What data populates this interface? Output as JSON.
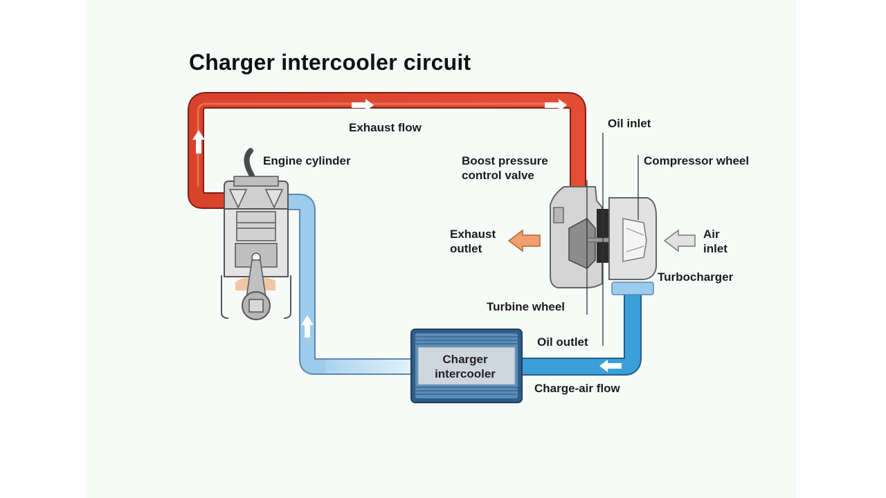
{
  "title": "Charger intercooler circuit",
  "labels": {
    "exhaust_flow": "Exhaust flow",
    "engine_cylinder": "Engine cylinder",
    "oil_inlet": "Oil inlet",
    "boost_pressure_line1": "Boost pressure",
    "boost_pressure_line2": "control valve",
    "compressor_wheel": "Compressor wheel",
    "exhaust_outlet_line1": "Exhaust",
    "exhaust_outlet_line2": "outlet",
    "air_inlet_line1": "Air",
    "air_inlet_line2": "inlet",
    "turbocharger": "Turbocharger",
    "turbine_wheel": "Turbine wheel",
    "oil_outlet": "Oil outlet",
    "intercooler_line1": "Charger",
    "intercooler_line2": "intercooler",
    "charge_air_flow": "Charge-air flow"
  },
  "colors": {
    "exhaust_pipe": "#d9432b",
    "hot_charge_air": "#3b9fd8",
    "cooled_charge_air": "#9ccbec",
    "intercooler_body": "#3d6f9a",
    "exhaust_outlet_arrow": "#f0a070",
    "engine_metal": "#c9c9c9"
  }
}
